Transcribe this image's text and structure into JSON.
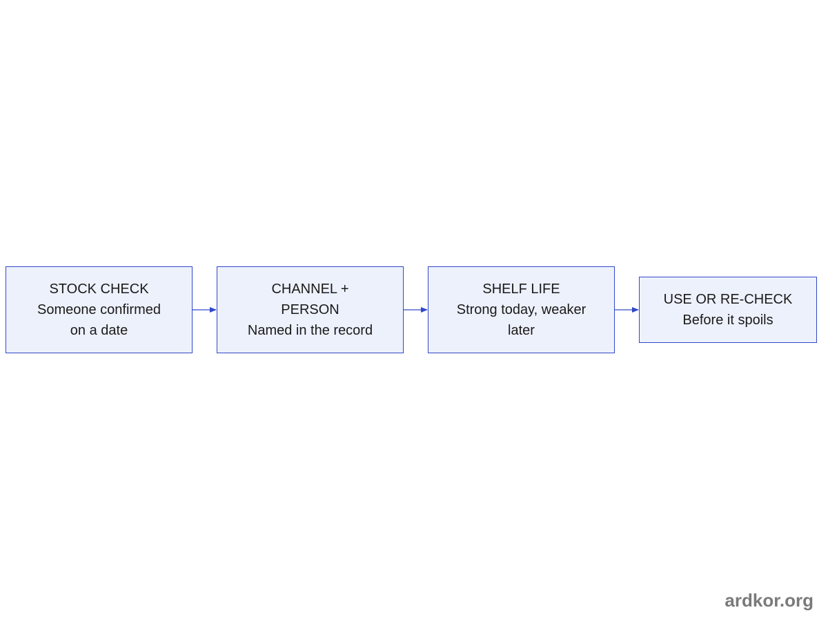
{
  "diagram": {
    "nodes": [
      {
        "id": "stock-check",
        "title": "STOCK CHECK",
        "line_1": "Someone confirmed",
        "line_2": "on a date"
      },
      {
        "id": "channel-person",
        "title": "CHANNEL +",
        "line_1": "PERSON",
        "line_2": "Named in the record"
      },
      {
        "id": "shelf-life",
        "title": "SHELF LIFE",
        "line_1": "Strong today, weaker",
        "line_2": "later"
      },
      {
        "id": "use-or-recheck",
        "title": "USE OR RE-CHECK",
        "line_1": "Before it spoils"
      }
    ],
    "edges": [
      {
        "from": "stock-check",
        "to": "channel-person"
      },
      {
        "from": "channel-person",
        "to": "shelf-life"
      },
      {
        "from": "shelf-life",
        "to": "use-or-recheck"
      }
    ],
    "colors": {
      "node_fill": "#edf1fc",
      "node_border": "#3048c8",
      "arrow": "#3048c8",
      "text": "#1a1a1a"
    }
  },
  "watermark": "ardkor.org"
}
